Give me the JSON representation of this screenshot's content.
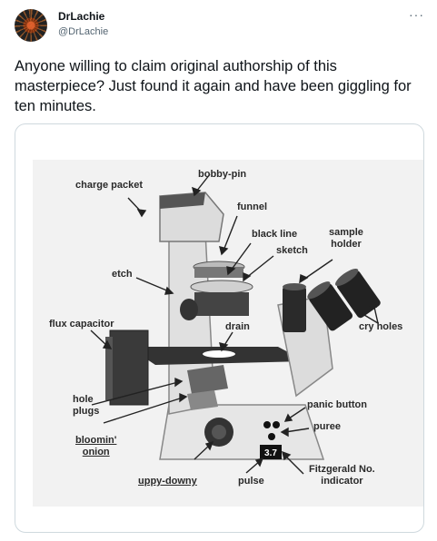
{
  "tweet": {
    "display_name": "DrLachie",
    "handle": "@DrLachie",
    "more_icon": "···",
    "text": "Anyone willing to claim original authorship of this masterpiece? Just found it again and have been giggling for ten minutes."
  },
  "image": {
    "labels": {
      "charge_packet": "charge packet",
      "bobby_pin": "bobby-pin",
      "funnel": "funnel",
      "black_line": "black line",
      "sample_holder": "sample\nholder",
      "sketch": "sketch",
      "etch": "etch",
      "flux_capacitor": "flux capacitor",
      "drain": "drain",
      "cry_holes": "cry holes",
      "hole_plugs": "hole\nplugs",
      "panic_button": "panic button",
      "puree": "puree",
      "bloomin_onion": "bloomin'\nonion",
      "display_value": "3.7",
      "fitzgerald": "Fitzgerald No.\nindicator",
      "uppy_downy": "uppy-downy",
      "pulse": "pulse"
    }
  }
}
